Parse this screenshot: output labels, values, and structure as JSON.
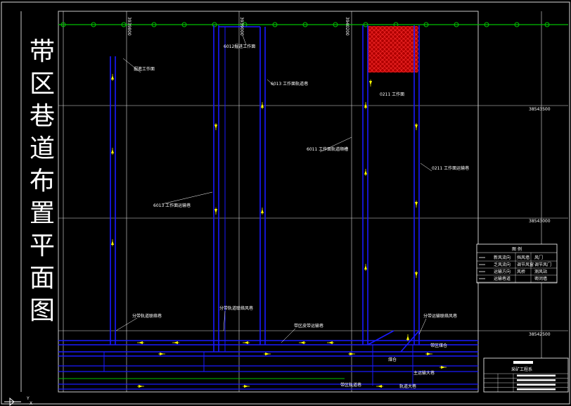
{
  "drawing": {
    "title_chars": [
      "带",
      "区",
      "巷",
      "道",
      "布",
      "置",
      "平",
      "面",
      "图"
    ],
    "grid_labels": {
      "top": [
        "3939800",
        "3939000",
        "3940200"
      ],
      "right": [
        "38543500",
        "38543000",
        "38542500"
      ]
    },
    "tunnel_labels": {
      "working_face_left": "掘進工作面",
      "face_top": "6012掘进工作面",
      "face_0013_return": "6013 工作面轨道巷",
      "face_0211": "0211 工作面",
      "face_0011_transport": "6011 工作面轨道顺槽",
      "face_0211_transport": "0211 工作面运输巷",
      "face_0013_transport": "6013 工作面运输巷",
      "branch_1": "分带轨道联络巷",
      "branch_2": "分带轨道联络风巷",
      "belt_main": "带区皮带运输巷",
      "branch_3": "分带运输联络风巷",
      "coal_bin": "煤仓",
      "coal_bunker": "带区煤仓",
      "main_belt": "主运输大巷",
      "track_main": "带区轨道巷",
      "main_track": "轨道大巷"
    },
    "legend": {
      "title": "图  例",
      "rows": [
        [
          "新风流向",
          "挡风墙",
          "风门"
        ],
        [
          "乏风流向",
          "调节风窗",
          "调节风门"
        ],
        [
          "运输方向",
          "风桥",
          "测风站"
        ],
        [
          "运输巷道",
          "",
          "密闭墙"
        ]
      ]
    },
    "title_block": {
      "header": "采矿工程系",
      "rows": [
        "",
        "",
        "",
        ""
      ]
    }
  },
  "colors": {
    "background": "#000000",
    "tunnel": "#1a1aff",
    "grid": "#e0e0e0",
    "surface_line": "#00c000",
    "coal_face": "#e00000",
    "arrow": "#ffff00",
    "text": "#ffffff"
  },
  "icons": {
    "ucs": "ucs-axis-icon"
  }
}
